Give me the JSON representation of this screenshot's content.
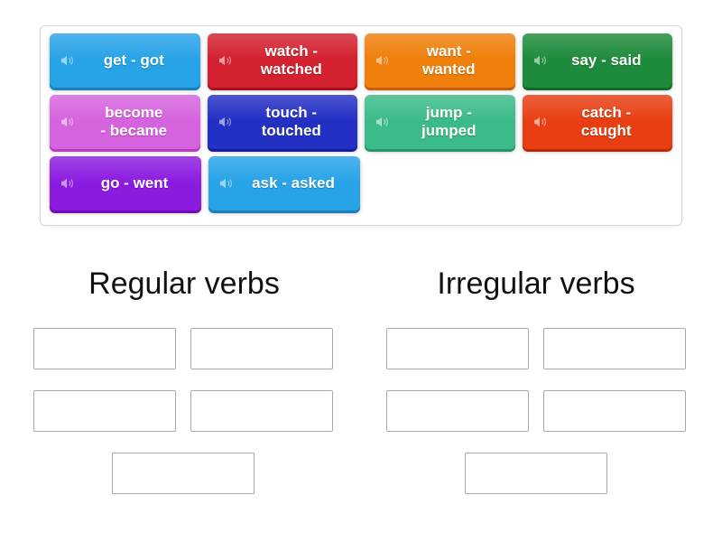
{
  "activity": {
    "type": "group-sort",
    "title_not_shown": null
  },
  "word_bank": {
    "name": "word-bank",
    "rows": [
      [
        {
          "label": "get - got",
          "color": "#27A3E8",
          "shadow": "#1B7EB8",
          "icon": "speaker-icon",
          "multiline": false
        },
        {
          "label": "watch -\nwatched",
          "color": "#D32130",
          "shadow": "#A3121F",
          "icon": "speaker-icon",
          "multiline": true
        },
        {
          "label": "want -\nwanted",
          "color": "#F07F0B",
          "shadow": "#C46106",
          "icon": "speaker-icon",
          "multiline": true
        },
        {
          "label": "say - said",
          "color": "#1E8B3C",
          "shadow": "#136B2B",
          "icon": "speaker-icon",
          "multiline": false
        }
      ],
      [
        {
          "label": "become\n- became",
          "color": "#D563DE",
          "shadow": "#B33CC0",
          "icon": "speaker-icon",
          "multiline": true
        },
        {
          "label": "touch -\ntouched",
          "color": "#2330C4",
          "shadow": "#161F96",
          "icon": "speaker-icon",
          "multiline": true
        },
        {
          "label": "jump -\njumped",
          "color": "#3BBB89",
          "shadow": "#2A9569",
          "icon": "speaker-icon",
          "multiline": true
        },
        {
          "label": "catch -\ncaught",
          "color": "#E83E12",
          "shadow": "#B72B08",
          "icon": "speaker-icon",
          "multiline": true
        }
      ],
      [
        {
          "label": "go - went",
          "color": "#8C1BE0",
          "shadow": "#6B11B0",
          "icon": "speaker-icon",
          "multiline": false
        },
        {
          "label": "ask - asked",
          "color": "#27A3E8",
          "shadow": "#1B7EB8",
          "icon": "speaker-icon",
          "multiline": false
        }
      ]
    ]
  },
  "categories": [
    {
      "heading": "Regular verbs",
      "slots": [
        "",
        "",
        "",
        "",
        ""
      ]
    },
    {
      "heading": "Irregular verbs",
      "slots": [
        "",
        "",
        "",
        "",
        ""
      ]
    }
  ],
  "colors": {
    "panel_border": "#d8d8d8",
    "dropzone_border": "#a9a9a9",
    "text_dark": "#111111",
    "tile_text": "#ffffff",
    "background": "#ffffff"
  }
}
